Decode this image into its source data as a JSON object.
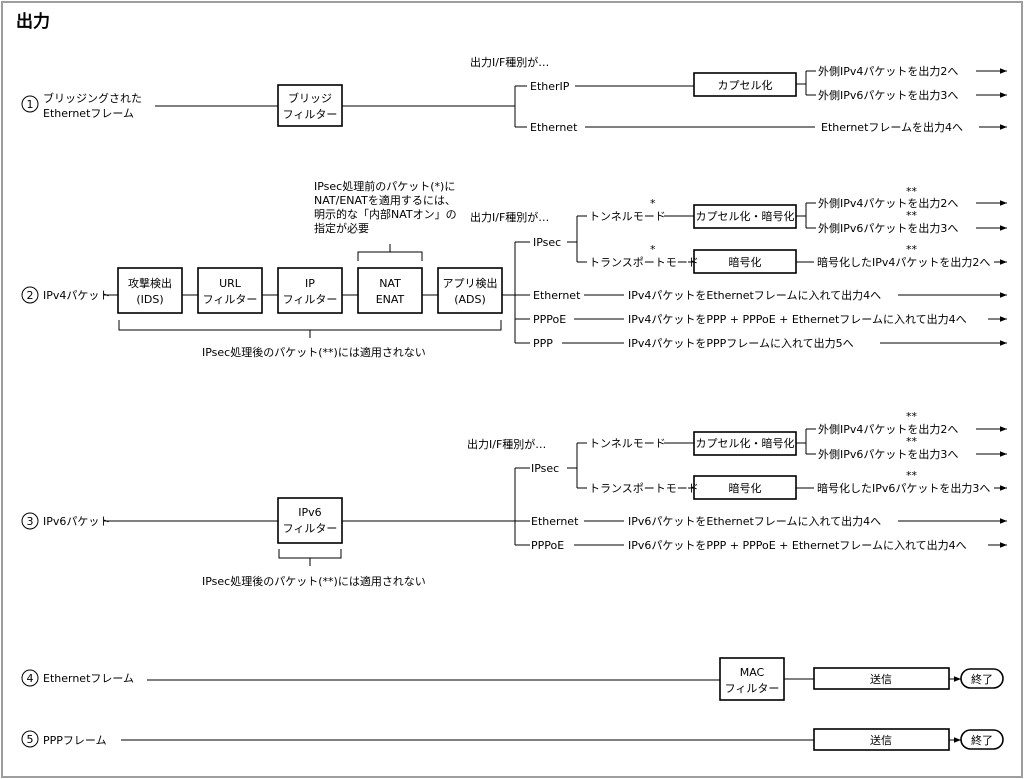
{
  "title": "出力",
  "if_heading": "出力I/F種別が…",
  "terminal": "終了",
  "send": "送信",
  "s1": {
    "num": "1",
    "input": [
      "ブリッジングされた",
      "Ethernetフレーム"
    ],
    "filter": [
      "ブリッジ",
      "フィルター"
    ],
    "etherip": "EtherIP",
    "capsule": "カプセル化",
    "out_v4": "外側IPv4パケットを出力2へ",
    "out_v6": "外側IPv6パケットを出力3へ",
    "ethernet": "Ethernet",
    "eth_out": "Ethernetフレームを出力4へ"
  },
  "s2": {
    "num": "2",
    "input": "IPv4パケット",
    "boxes": [
      [
        "攻撃検出",
        "(IDS)"
      ],
      [
        "URL",
        "フィルター"
      ],
      [
        "IP",
        "フィルター"
      ],
      [
        "NAT",
        "ENAT"
      ],
      [
        "アプリ検出",
        "(ADS)"
      ]
    ],
    "note_top": [
      "IPsec処理前のパケット(*)に",
      "NAT/ENATを適用するには、",
      "明示的な「内部NATオン」の",
      "指定が必要"
    ],
    "note_bottom": "IPsec処理後のパケット(**)には適用されない",
    "ipsec": "IPsec",
    "tunnel": "トンネルモード",
    "transport": "トランスポートモード",
    "star": "*",
    "dstar": "**",
    "capsule_enc": "カプセル化・暗号化",
    "enc": "暗号化",
    "out_v4": "外側IPv4パケットを出力2へ",
    "out_v6": "外側IPv6パケットを出力3へ",
    "enc_out": "暗号化したIPv4パケットを出力2へ",
    "ethernet": "Ethernet",
    "eth_out": "IPv4パケットをEthernetフレームに入れて出力4へ",
    "pppoe": "PPPoE",
    "pppoe_out": "IPv4パケットをPPP + PPPoE + Ethernetフレームに入れて出力4へ",
    "ppp": "PPP",
    "ppp_out": "IPv4パケットをPPPフレームに入れて出力5へ"
  },
  "s3": {
    "num": "3",
    "input": "IPv6パケット",
    "filter": [
      "IPv6",
      "フィルター"
    ],
    "note_bottom": "IPsec処理後のパケット(**)には適用されない",
    "ipsec": "IPsec",
    "tunnel": "トンネルモード",
    "transport": "トランスポートモード",
    "dstar": "**",
    "capsule_enc": "カプセル化・暗号化",
    "enc": "暗号化",
    "out_v4": "外側IPv4パケットを出力2へ",
    "out_v6": "外側IPv6パケットを出力3へ",
    "enc_out": "暗号化したIPv6パケットを出力3へ",
    "ethernet": "Ethernet",
    "eth_out": "IPv6パケットをEthernetフレームに入れて出力4へ",
    "pppoe": "PPPoE",
    "pppoe_out": "IPv6パケットをPPP + PPPoE + Ethernetフレームに入れて出力4へ"
  },
  "s4": {
    "num": "4",
    "input": "Ethernetフレーム",
    "filter": [
      "MAC",
      "フィルター"
    ]
  },
  "s5": {
    "num": "5",
    "input": "PPPフレーム"
  }
}
